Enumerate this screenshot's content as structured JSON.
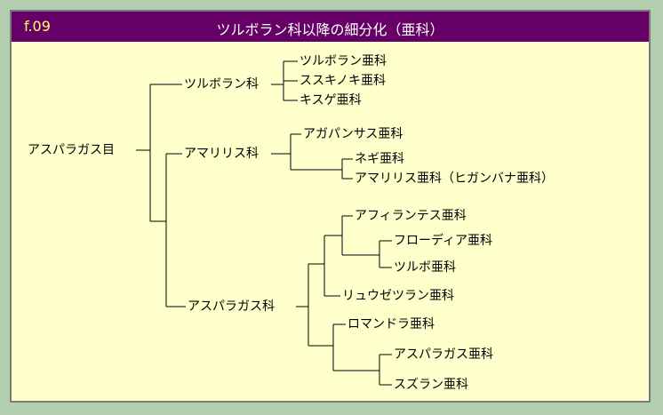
{
  "header": {
    "figure_id": "f.09",
    "title": "ツルボラン科以降の細分化（亜科）"
  },
  "tree": {
    "order": "アスパラガス目",
    "families": [
      {
        "name": "ツルボラン科",
        "subfamilies": [
          "ツルボラン亜科",
          "ススキノキ亜科",
          "キスゲ亜科"
        ]
      },
      {
        "name": "アマリリス科",
        "subfamilies": [
          "アガパンサス亜科",
          "ネギ亜科",
          "アマリリス亜科（ヒガンバナ亜科）"
        ]
      },
      {
        "name": "アスパラガス科",
        "subfamilies": [
          "アフィランテス亜科",
          "フローディア亜科",
          "ツルボ亜科",
          "リュウゼツラン亜科",
          "ロマンドラ亜科",
          "アスパラガス亜科",
          "スズラン亜科"
        ]
      }
    ]
  },
  "colors": {
    "background": "#b3cfb0",
    "panel": "#ffffcc",
    "titlebar": "#660066",
    "figure_id": "#ffff66"
  }
}
